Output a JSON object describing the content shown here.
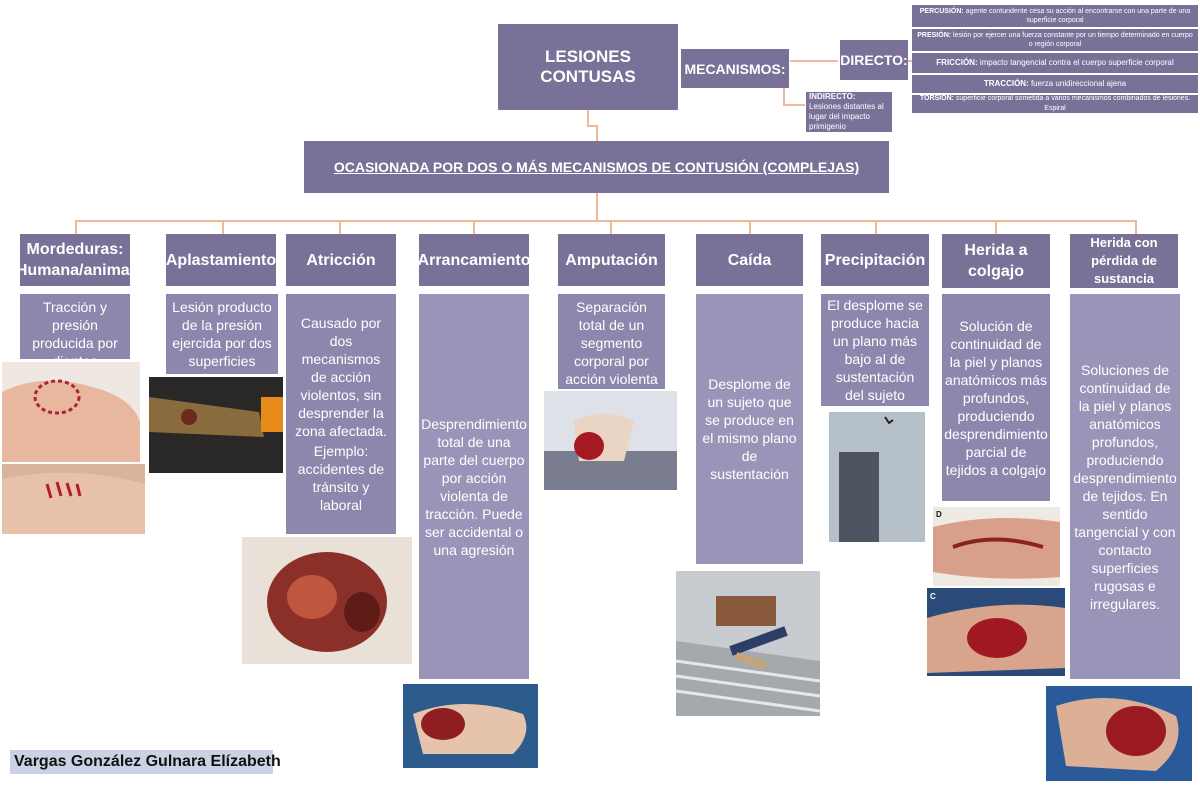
{
  "header": {
    "main_title": "LESIONES CONTUSAS",
    "mechanisms_label": "MECANISMOS:",
    "direct_label": "DIRECTO:",
    "indirect": {
      "term": "INDIRECTO:",
      "text": " Lesiones distantes al lugar del impacto primigenio"
    },
    "direct_items": [
      {
        "term": "PERCUSIÓN:",
        "text": " agente contundente cesa  su acción al encontrarse  con una parte de una superficie corporal"
      },
      {
        "term": "PRESIÓN:",
        "text": " lesión por ejercer una fuerza constante por un tiempo determinado en cuerpo o región corporal"
      },
      {
        "term": "FRICCIÓN:",
        "text": " impacto tangencial contra el cuerpo superficie corporal"
      },
      {
        "term": "TRACCIÓN:",
        "text": " fuerza unidireccional ajena"
      },
      {
        "term": "TORSIÓN:",
        "text": " superficie corporal sometida a varios mecanismos combinados de lesiones. Espiral"
      }
    ]
  },
  "complex_title": "OCASIONADA POR DOS O MÁS MECANISMOS DE CONTUSIÓN (COMPLEJAS)",
  "categories": [
    {
      "title": "Mordeduras: Humana/animal",
      "desc": "Tracción y presión producida por dientes"
    },
    {
      "title": "Aplastamiento",
      "desc": "Lesión producto de la presión ejercida por dos superficies"
    },
    {
      "title": "Atricción",
      "desc": "Causado por dos mecanismos de acción violentos, sin desprender la zona afectada.",
      "desc2": "Ejemplo: accidentes de tránsito y laboral"
    },
    {
      "title": "Arrancamiento",
      "desc": "Desprendimiento total de una parte del cuerpo por acción violenta de tracción. Puede ser accidental o una agresión"
    },
    {
      "title": "Amputación",
      "desc": "Separación total de un segmento corporal por acción violenta de tracción."
    },
    {
      "title": "Caída",
      "desc": "Desplome de un sujeto que se produce en el mismo plano de sustentación"
    },
    {
      "title": "Precipitación",
      "desc": "El desplome se produce hacia un plano más bajo al de sustentación del sujeto"
    },
    {
      "title": "Herida a colgajo",
      "desc": "Solución de continuidad de la piel y planos anatómicos más profundos, produciendo desprendimiento parcial de tejidos a colgajo"
    },
    {
      "title": "Herida con pérdida de sustancia",
      "desc": "Soluciones de continuidad de la piel y planos anatómicos profundos, produciendo desprendimiento de tejidos. En sentido tangencial y con contacto superficies rugosas e irregulares."
    }
  ],
  "photo_labels": {
    "d": "D",
    "c": "C"
  },
  "author": "Vargas González Gulnara Elízabeth"
}
